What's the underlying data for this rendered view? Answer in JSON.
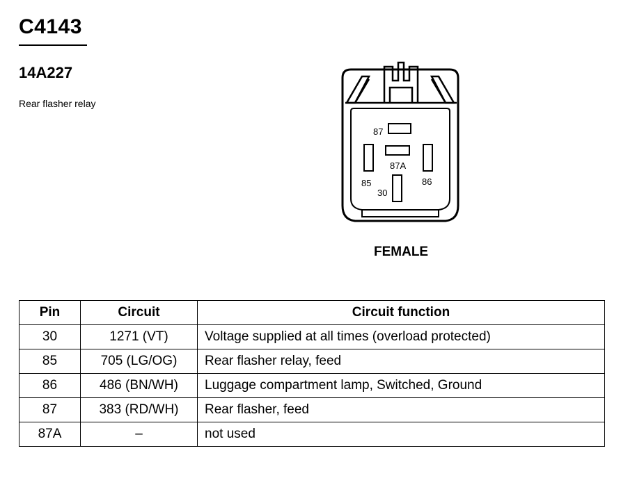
{
  "connector": {
    "id": "C4143",
    "part_number": "14A227",
    "description": "Rear flasher relay",
    "gender": "FEMALE"
  },
  "diagram": {
    "pin_labels": {
      "p87": "87",
      "p87a": "87A",
      "p85": "85",
      "p86": "86",
      "p30": "30"
    }
  },
  "table": {
    "headers": {
      "pin": "Pin",
      "circuit": "Circuit",
      "function": "Circuit function"
    },
    "rows": [
      {
        "pin": "30",
        "circuit": "1271 (VT)",
        "function": "Voltage supplied at all times (overload protected)"
      },
      {
        "pin": "85",
        "circuit": "705 (LG/OG)",
        "function": "Rear flasher relay, feed"
      },
      {
        "pin": "86",
        "circuit": "486 (BN/WH)",
        "function": "Luggage compartment lamp, Switched, Ground"
      },
      {
        "pin": "87",
        "circuit": "383 (RD/WH)",
        "function": "Rear flasher, feed"
      },
      {
        "pin": "87A",
        "circuit": "–",
        "function": "not used"
      }
    ]
  }
}
